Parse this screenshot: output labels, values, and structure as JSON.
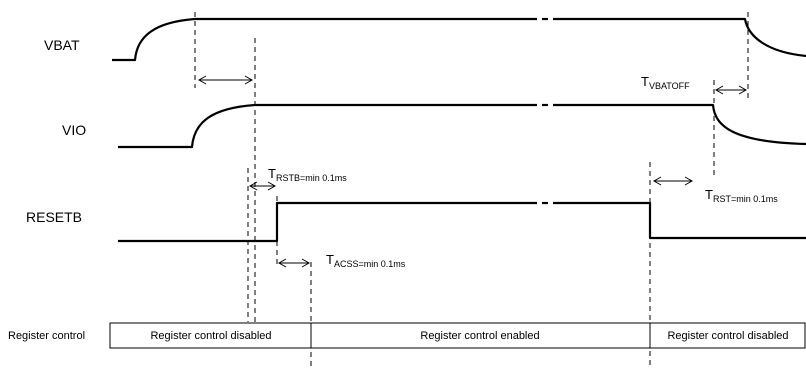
{
  "signals": {
    "vbat": "VBAT",
    "vio": "VIO",
    "resetb": "RESETB"
  },
  "timings": {
    "vbatoff": {
      "main": "T",
      "sub": "VBATOFF"
    },
    "rstb": {
      "main": "T",
      "sub": "RSTB=min 0.1ms"
    },
    "rst": {
      "main": "T",
      "sub": "RST=min 0.1ms"
    },
    "acss": {
      "main": "T",
      "sub": "ACSS=min 0.1ms"
    }
  },
  "register_row": {
    "label": "Register control",
    "cells": [
      "Register control disabled",
      "Register control enabled",
      "Register control disabled"
    ]
  }
}
